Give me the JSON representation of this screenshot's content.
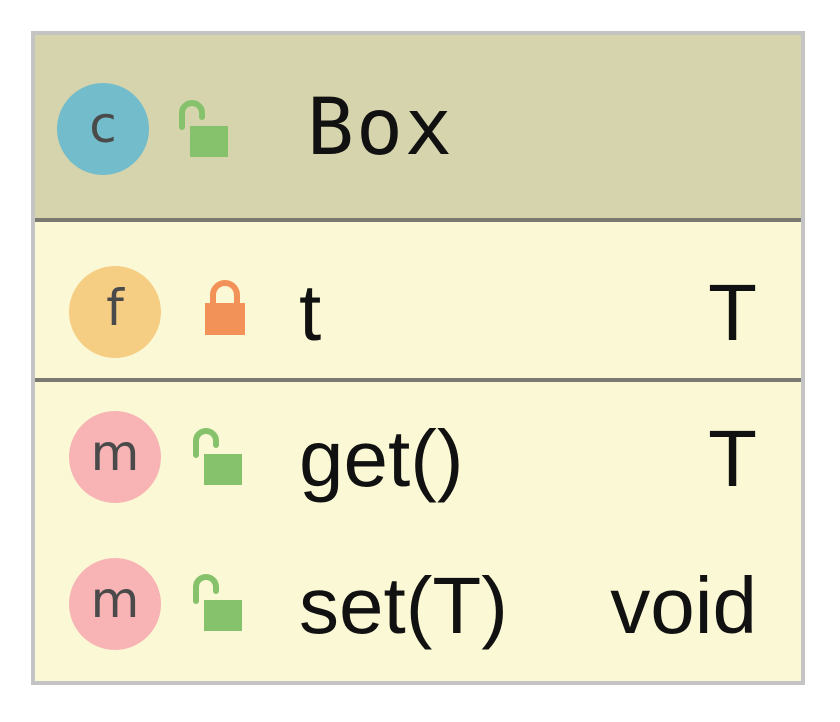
{
  "class_box": {
    "header": {
      "kind_badge": "c",
      "visibility": "public",
      "name": "Box",
      "color": "#d5d4ac"
    },
    "body_color": "#fbf9d5",
    "fields": [
      {
        "kind_badge": "f",
        "visibility": "private",
        "name": "t",
        "type": "T"
      }
    ],
    "methods": [
      {
        "kind_badge": "m",
        "visibility": "public",
        "name": "get()",
        "type": "T"
      },
      {
        "kind_badge": "m",
        "visibility": "public",
        "name": "set(T)",
        "type": "void"
      }
    ]
  },
  "colors": {
    "class_badge": "#73bccb",
    "field_badge": "#f5cd83",
    "method_badge": "#f8b3b5",
    "public_lock": "#86c26b",
    "private_lock": "#f29258"
  }
}
